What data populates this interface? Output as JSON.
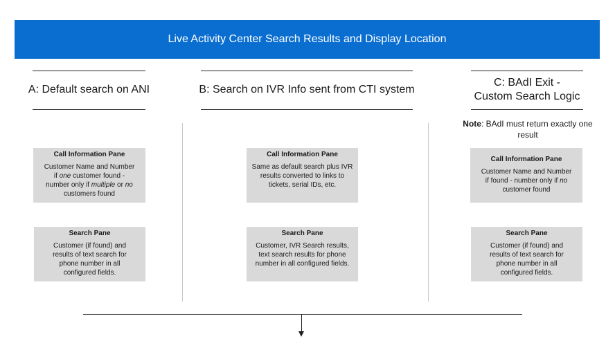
{
  "banner": {
    "title": "Live Activity Center Search Results and Display Location"
  },
  "columns": {
    "a": {
      "title": "A: Default search on ANI",
      "call_pane": {
        "title": "Call Information Pane",
        "line1": "Customer Name and Number",
        "line2_pre": "if ",
        "line2_em": "one",
        "line2_post": " customer found -",
        "line3_pre": "number only if ",
        "line3_em1": "multiple",
        "line3_mid": " or ",
        "line3_em2": "no",
        "line4": "customers found"
      },
      "search_pane": {
        "title": "Search Pane",
        "text": "Customer (if found) and results of text search for phone number in all configured fields."
      }
    },
    "b": {
      "title": "B: Search on IVR Info sent from CTI system",
      "call_pane": {
        "title": "Call Information Pane",
        "text": "Same as default search plus IVR results converted to links to tickets, serial IDs, etc."
      },
      "search_pane": {
        "title": "Search Pane",
        "text": "Customer, IVR Search results, text search results for phone number in all configured fields."
      }
    },
    "c": {
      "title_line1": "C: BAdI Exit -",
      "title_line2": "Custom Search Logic",
      "note_label": "Note",
      "note_text": ": BAdI must return exactly one result",
      "call_pane": {
        "title": "Call Information Pane",
        "line1": "Customer Name and Number",
        "line2_pre": "if found - number only if ",
        "line2_em": "no",
        "line3": "customer found"
      },
      "search_pane": {
        "title": "Search Pane",
        "text": "Customer (if found) and results of text search for phone number in all configured fields."
      }
    }
  }
}
